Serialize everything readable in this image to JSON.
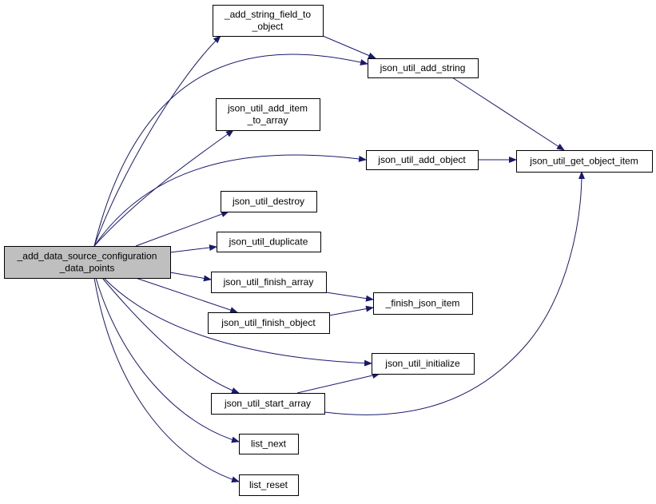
{
  "colors": {
    "edge": "#191970",
    "node_fill": "#ffffff",
    "root_fill": "#bfbfbf",
    "border": "#000000"
  },
  "nodes": [
    {
      "id": "root",
      "lines": [
        "_add_data_source_configuration",
        "_data_points"
      ],
      "root": true
    },
    {
      "id": "add_string_field",
      "lines": [
        "_add_string_field_to",
        "_object"
      ]
    },
    {
      "id": "add_string",
      "lines": [
        "json_util_add_string"
      ]
    },
    {
      "id": "add_item",
      "lines": [
        "json_util_add_item",
        "_to_array"
      ]
    },
    {
      "id": "add_object",
      "lines": [
        "json_util_add_object"
      ]
    },
    {
      "id": "get_object_item",
      "lines": [
        "json_util_get_object_item"
      ]
    },
    {
      "id": "destroy",
      "lines": [
        "json_util_destroy"
      ]
    },
    {
      "id": "duplicate",
      "lines": [
        "json_util_duplicate"
      ]
    },
    {
      "id": "finish_array",
      "lines": [
        "json_util_finish_array"
      ]
    },
    {
      "id": "finish_json_item",
      "lines": [
        "_finish_json_item"
      ]
    },
    {
      "id": "finish_object",
      "lines": [
        "json_util_finish_object"
      ]
    },
    {
      "id": "initialize",
      "lines": [
        "json_util_initialize"
      ]
    },
    {
      "id": "start_array",
      "lines": [
        "json_util_start_array"
      ]
    },
    {
      "id": "list_next",
      "lines": [
        "list_next"
      ]
    },
    {
      "id": "list_reset",
      "lines": [
        "list_reset"
      ]
    }
  ],
  "edges": [
    {
      "from": "root",
      "to": "add_string_field"
    },
    {
      "from": "root",
      "to": "add_string"
    },
    {
      "from": "root",
      "to": "add_item"
    },
    {
      "from": "root",
      "to": "add_object"
    },
    {
      "from": "root",
      "to": "destroy"
    },
    {
      "from": "root",
      "to": "duplicate"
    },
    {
      "from": "root",
      "to": "finish_array"
    },
    {
      "from": "root",
      "to": "finish_object"
    },
    {
      "from": "root",
      "to": "initialize"
    },
    {
      "from": "root",
      "to": "start_array"
    },
    {
      "from": "root",
      "to": "list_next"
    },
    {
      "from": "root",
      "to": "list_reset"
    },
    {
      "from": "add_string_field",
      "to": "add_string"
    },
    {
      "from": "add_string",
      "to": "get_object_item"
    },
    {
      "from": "add_object",
      "to": "get_object_item"
    },
    {
      "from": "finish_array",
      "to": "finish_json_item"
    },
    {
      "from": "finish_object",
      "to": "finish_json_item"
    },
    {
      "from": "start_array",
      "to": "initialize"
    },
    {
      "from": "start_array",
      "to": "get_object_item"
    }
  ]
}
